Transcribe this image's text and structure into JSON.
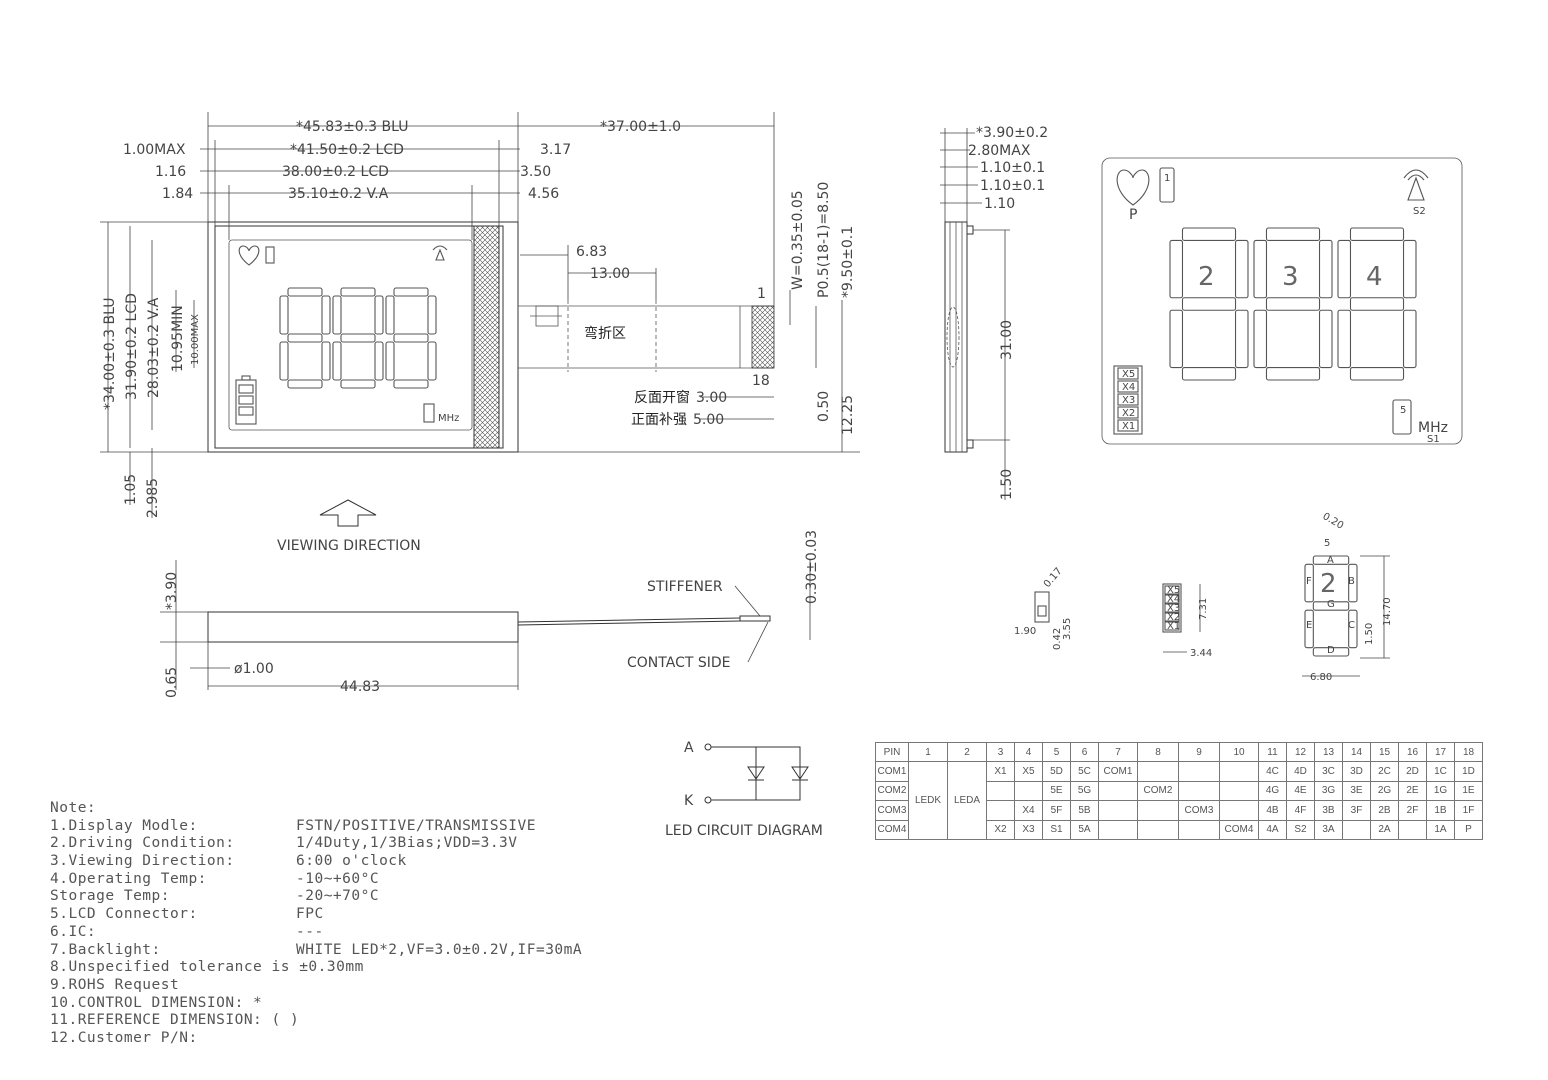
{
  "dimensions": {
    "blu_width": "*45.83±0.3 BLU",
    "fpc_length": "*37.00±1.0",
    "lcd_outline_width": "*41.50±0.2 LCD",
    "lcd_glass_width": "38.00±0.2 LCD",
    "va_width": "35.10±0.2 V.A",
    "left_1": "1.00MAX",
    "left_2": "1.16",
    "left_3": "1.84",
    "right_1": "3.17",
    "right_2": "3.50",
    "right_3": "4.56",
    "fpc_offset": "6.83",
    "bend_width": "13.00",
    "blu_height": "*34.00±0.3 BLU",
    "lcd_height": "31.90±0.2 LCD",
    "va_height": "28.03±0.2 V.A",
    "min_height": "10.95MIN",
    "max_height": "10.00MAX",
    "bottom_1": "1.05",
    "bottom_2": "2.985",
    "finger_w": "W=0.35±0.05",
    "finger_pitch": "P0.5(18-1)=8.50",
    "finger_total": "*9.50±0.1",
    "finger_gap": "0.50",
    "fpc_height": "12.25",
    "window": "3.00",
    "stiffener_len": "5.00",
    "side_1": "*3.90±0.2",
    "side_2": "2.80MAX",
    "side_3": "1.10±0.1",
    "side_4": "1.10±0.1",
    "side_5": "1.10",
    "side_height": "31.00",
    "side_bottom": "1.50",
    "profile_thick": "*3.90",
    "profile_base": "0.65",
    "profile_hole": "ø1.00",
    "profile_len": "44.83",
    "fpc_thick": "0.30±0.03",
    "icon_d1": "0.17",
    "icon_d2": "1.90",
    "icon_d3": "0.42",
    "icon_d4": "3.55",
    "bar_w": "3.44",
    "bar_h": "7.31",
    "digit_d1": "0.20",
    "digit_d2": "5",
    "digit_h": "14.70",
    "digit_d3": "1.50",
    "digit_w": "6.80"
  },
  "labels": {
    "bend_zone": "弯折区",
    "window_label": "反面开窗",
    "stiffener_label": "正面补强",
    "viewing_direction": "VIEWING DIRECTION",
    "stiffener": "STIFFENER",
    "contact_side": "CONTACT SIDE",
    "pin_first": "1",
    "pin_last": "18",
    "mhz": "MHz",
    "led_diagram": "LED CIRCUIT DIAGRAM",
    "anode": "A",
    "cathode": "K",
    "p_icon": "P",
    "s1": "S1",
    "s2": "S2"
  },
  "segment_view": {
    "digits": [
      "2",
      "3",
      "4"
    ],
    "small_digit": "1",
    "mhz_digit": "5",
    "bars": [
      "X5",
      "X4",
      "X3",
      "X2",
      "X1"
    ]
  },
  "digit_detail": {
    "numeral": "2",
    "segments": [
      "A",
      "B",
      "C",
      "D",
      "E",
      "F",
      "G"
    ]
  },
  "notes": [
    {
      "k": "Note:",
      "v": ""
    },
    {
      "k": "1.Display Modle:",
      "v": "FSTN/POSITIVE/TRANSMISSIVE"
    },
    {
      "k": "2.Driving Condition:",
      "v": "1/4Duty,1/3Bias;VDD=3.3V"
    },
    {
      "k": "3.Viewing Direction:",
      "v": "6:00 o'clock"
    },
    {
      "k": "4.Operating Temp:",
      "v": "-10~+60°C"
    },
    {
      "k": "  Storage Temp:",
      "v": "-20~+70°C"
    },
    {
      "k": "5.LCD Connector:",
      "v": "FPC"
    },
    {
      "k": "6.IC:",
      "v": "---"
    },
    {
      "k": "7.Backlight:",
      "v": "WHITE LED*2,VF=3.0±0.2V,IF=30mA"
    },
    {
      "k": "8.Unspecified tolerance is ±0.30mm",
      "v": ""
    },
    {
      "k": "9.ROHS Request",
      "v": ""
    },
    {
      "k": "10.CONTROL DIMENSION: *",
      "v": ""
    },
    {
      "k": "11.REFERENCE DIMENSION: ( )",
      "v": ""
    },
    {
      "k": "12.Customer P/N:",
      "v": ""
    }
  ],
  "pin_table": {
    "header": [
      "PIN",
      "1",
      "2",
      "3",
      "4",
      "5",
      "6",
      "7",
      "8",
      "9",
      "10",
      "11",
      "12",
      "13",
      "14",
      "15",
      "16",
      "17",
      "18"
    ],
    "com_labels": [
      "COM1",
      "COM2",
      "COM3",
      "COM4"
    ],
    "ledk": "LEDK",
    "leda": "LEDA",
    "rows": [
      [
        "X1",
        "X5",
        "5D",
        "5C",
        "COM1",
        "",
        "",
        "",
        "4C",
        "4D",
        "3C",
        "3D",
        "2C",
        "2D",
        "1C",
        "1D"
      ],
      [
        "",
        "",
        "5E",
        "5G",
        "",
        "COM2",
        "",
        "",
        "4G",
        "4E",
        "3G",
        "3E",
        "2G",
        "2E",
        "1G",
        "1E"
      ],
      [
        "",
        "X4",
        "5F",
        "5B",
        "",
        "",
        "COM3",
        "",
        "4B",
        "4F",
        "3B",
        "3F",
        "2B",
        "2F",
        "1B",
        "1F"
      ],
      [
        "X2",
        "X3",
        "S1",
        "5A",
        "",
        "",
        "",
        "COM4",
        "4A",
        "S2",
        "3A",
        "",
        "2A",
        "",
        "1A",
        "P"
      ]
    ]
  }
}
